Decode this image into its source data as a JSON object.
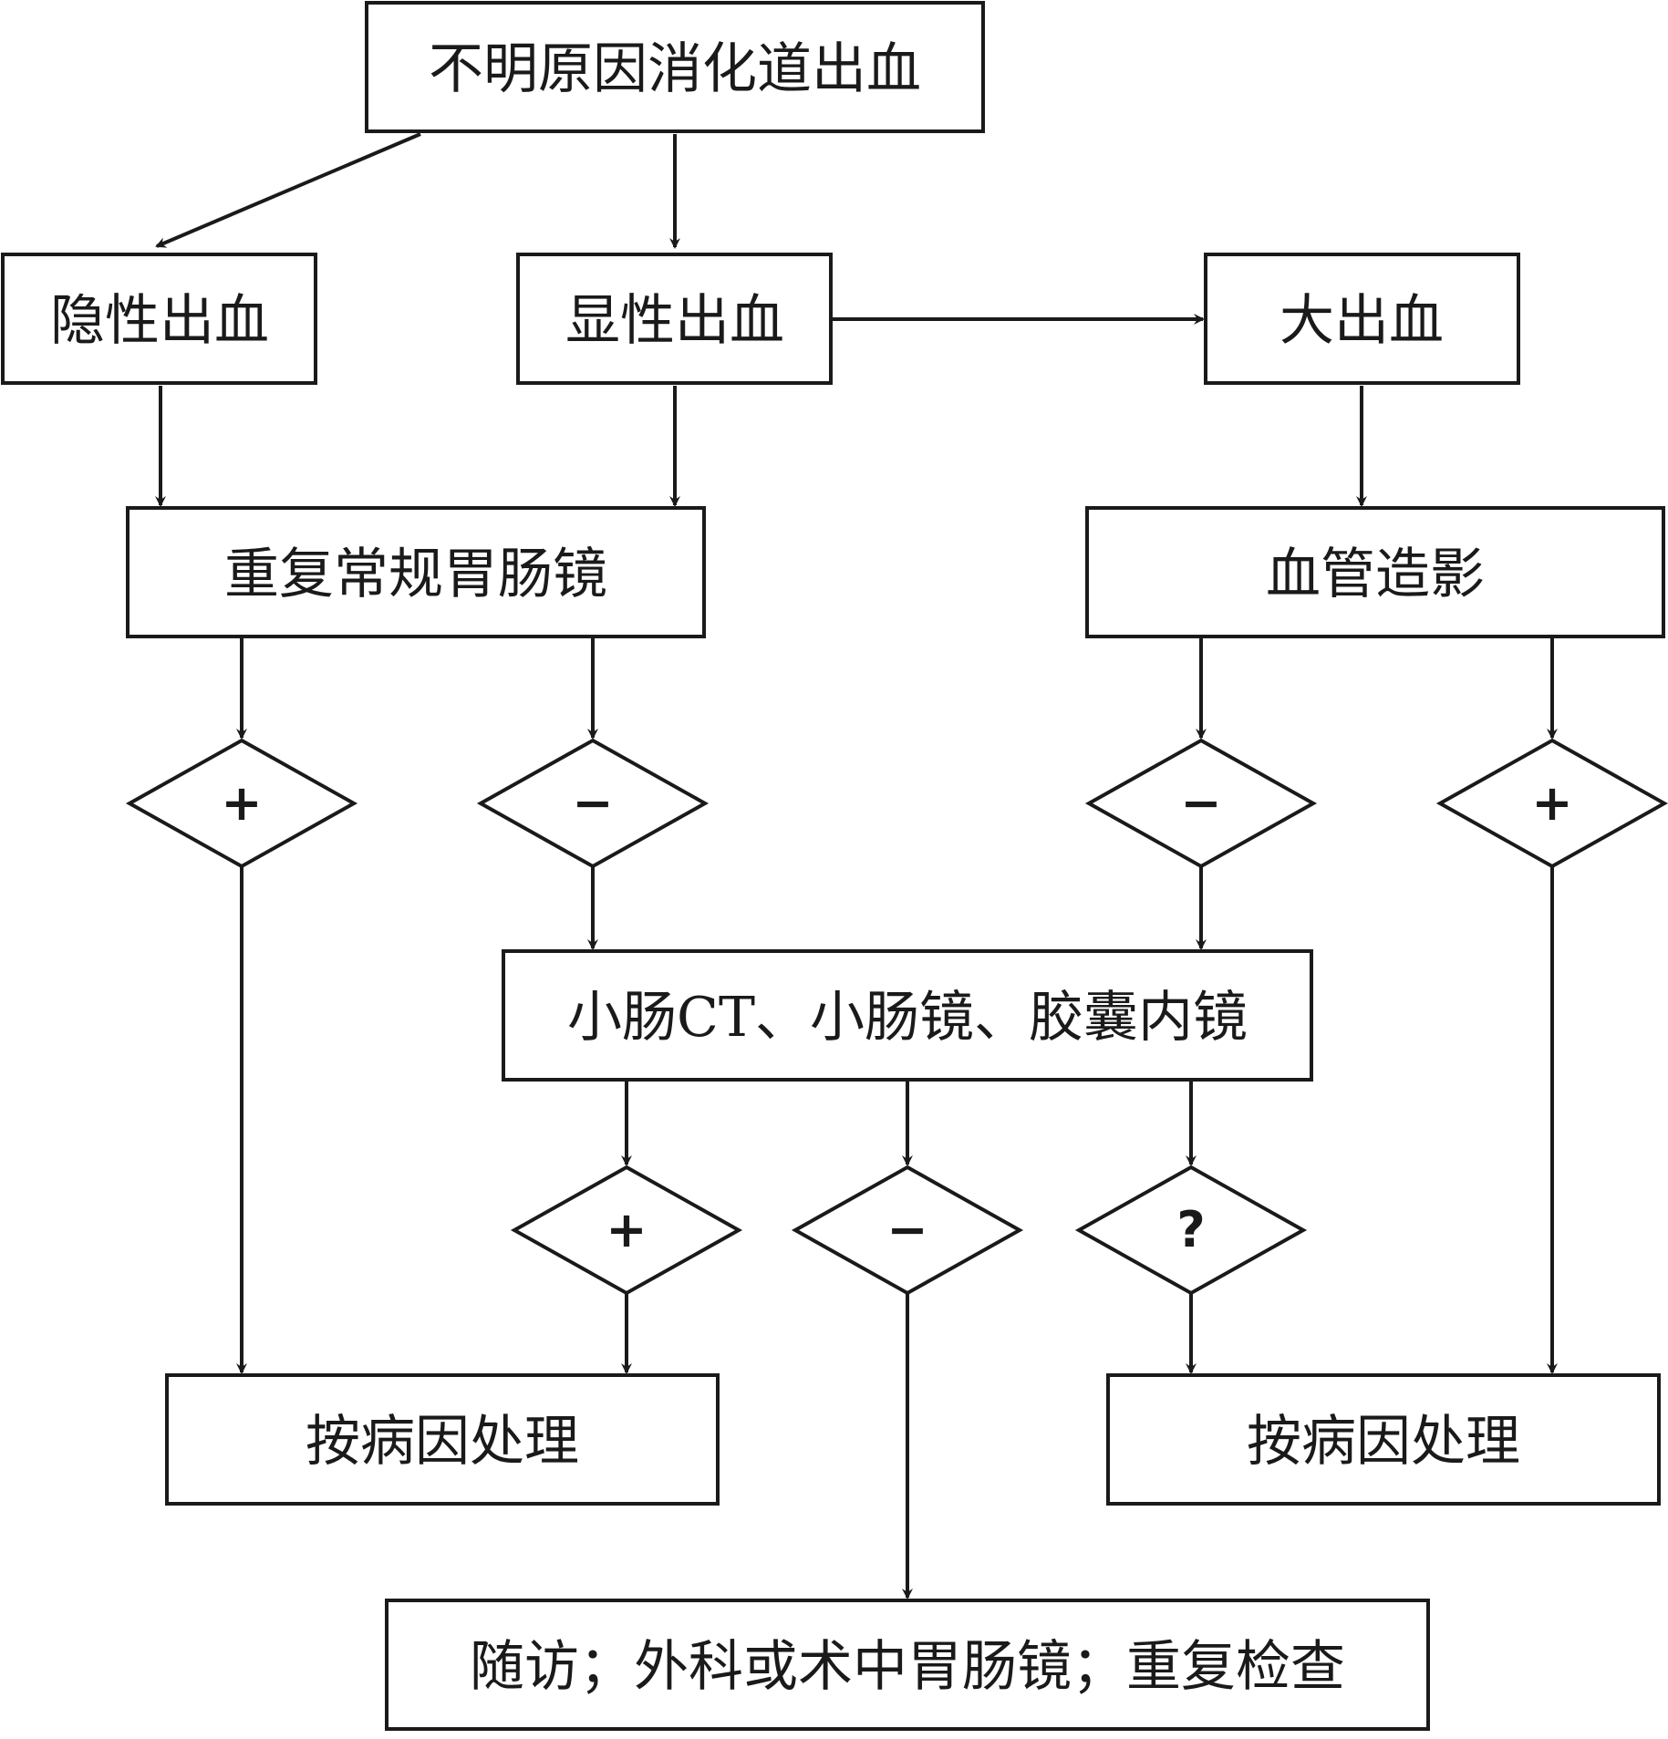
{
  "diagram": {
    "nodes": {
      "root": "不明原因消化道出血",
      "occult": "隐性出血",
      "overt": "显性出血",
      "massive": "大出血",
      "repeat_endoscopy": "重复常规胃肠镜",
      "angiography": "血管造影",
      "small_bowel": "小肠CT、小肠镜、胶囊内镜",
      "treat_left": "按病因处理",
      "treat_right": "按病因处理",
      "followup": "随访；外科或术中胃肠镜；重复检查"
    },
    "decisions": {
      "d1": "+",
      "d2": "−",
      "d3": "−",
      "d4": "+",
      "d5": "+",
      "d6": "−",
      "d7": "?"
    }
  }
}
